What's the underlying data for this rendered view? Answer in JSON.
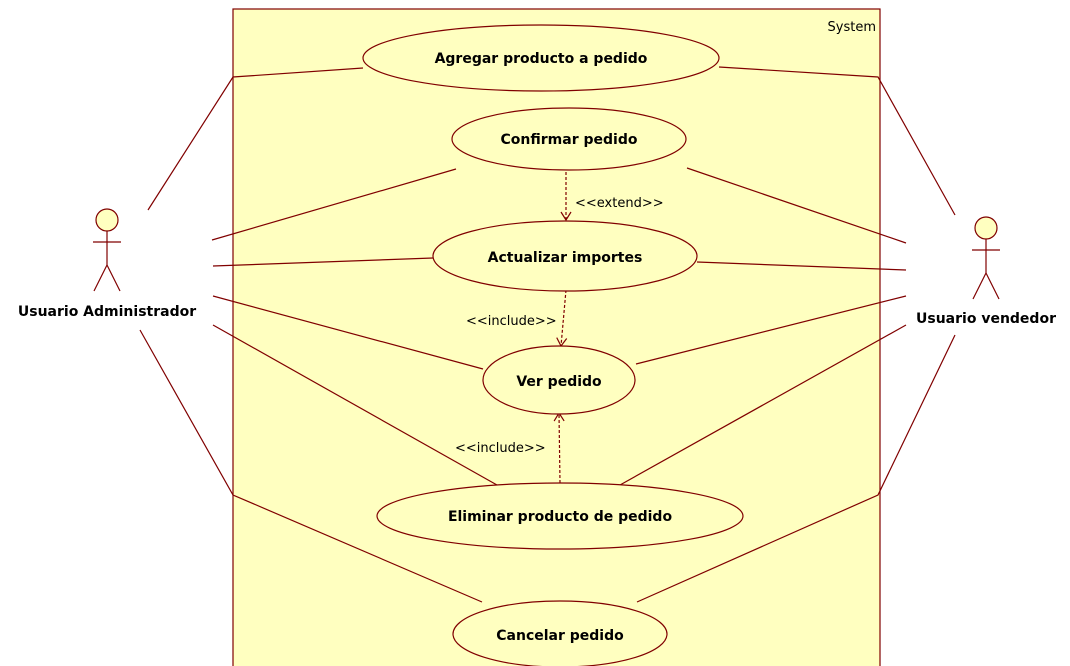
{
  "system": {
    "label": "System"
  },
  "actors": {
    "admin": "Usuario Administrador",
    "vendor": "Usuario vendedor"
  },
  "use_cases": {
    "agregar": "Agregar producto a pedido",
    "confirmar": "Confirmar pedido",
    "actualizar": "Actualizar importes",
    "ver": "Ver pedido",
    "eliminar": "Eliminar producto de pedido",
    "cancelar": "Cancelar pedido"
  },
  "relations": {
    "extend_label": "<<extend>>",
    "include_actualizar_label": "<<include>>",
    "include_eliminar_label": "<<include>>"
  },
  "colors": {
    "line": "#800000",
    "fill": "#ffffc0",
    "text": "#000000"
  }
}
